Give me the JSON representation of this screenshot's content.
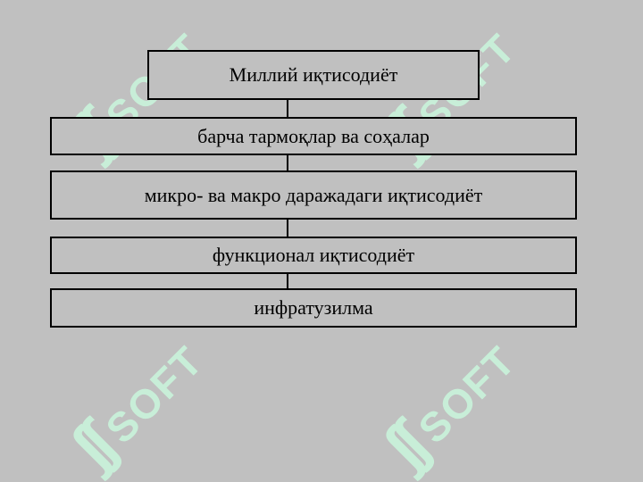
{
  "diagram": {
    "root": "Миллий иқтисодиёт",
    "levels": [
      "барча тармоқлар ва соҳалар",
      "микро- ва макро даражадаги иқтисодиёт",
      "функционал иқтисодиёт",
      "инфратузилма"
    ]
  },
  "watermark": {
    "text": "SOFT",
    "color": "#c8eed8"
  },
  "colors": {
    "background": "#c0c0c0",
    "border": "#000000"
  }
}
